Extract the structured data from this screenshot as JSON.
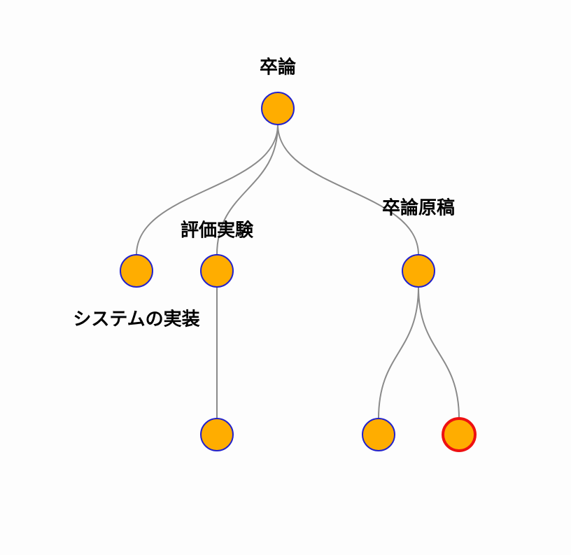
{
  "tree": {
    "nodes": [
      {
        "id": "root",
        "label": "卒論",
        "parent": null,
        "selected": false
      },
      {
        "id": "impl",
        "label": "システムの実装",
        "parent": "root",
        "selected": false
      },
      {
        "id": "eval",
        "label": "評価実験",
        "parent": "root",
        "selected": false
      },
      {
        "id": "draft",
        "label": "卒論原稿",
        "parent": "root",
        "selected": false
      },
      {
        "id": "eval-child",
        "label": "",
        "parent": "eval",
        "selected": false
      },
      {
        "id": "draft-child-1",
        "label": "",
        "parent": "draft",
        "selected": false
      },
      {
        "id": "draft-child-2",
        "label": "",
        "parent": "draft",
        "selected": true
      }
    ],
    "colors": {
      "node_fill": "#ffad00",
      "node_stroke": "#2222cc",
      "selected_stroke": "#ee1111",
      "edge": "#8a8a8a",
      "label": "#000000"
    }
  }
}
